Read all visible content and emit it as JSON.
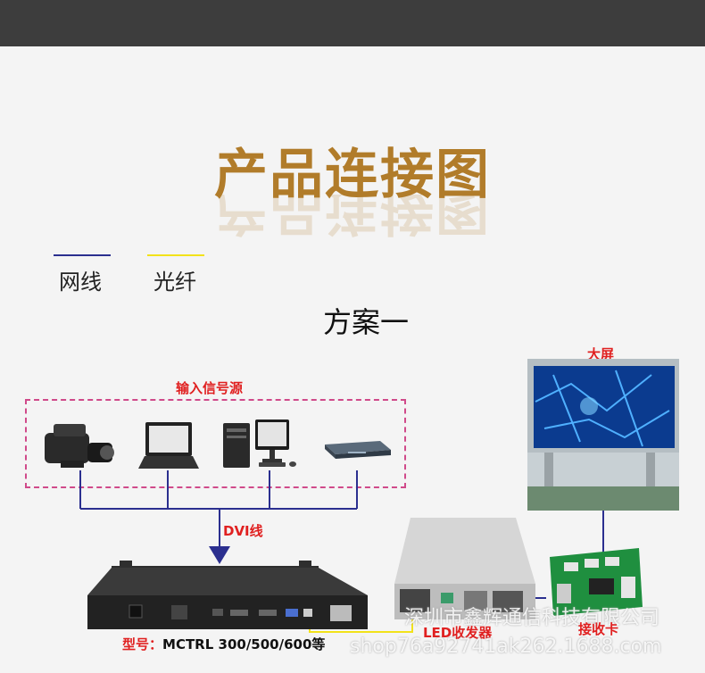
{
  "title": "产品连接图",
  "legend": {
    "network": {
      "label": "网线",
      "color": "#2b2f8f"
    },
    "fiber": {
      "label": "光纤",
      "color": "#f2e21a"
    }
  },
  "scheme_title": "方案一",
  "labels": {
    "input_sources": "输入信号源",
    "dvi": "DVI线",
    "big_screen": "大屏",
    "led_transceiver": "LED收发器",
    "receiver_card": "接收卡",
    "model_label": "型号：",
    "model_value": "MCTRL 300/500/600等"
  },
  "colors": {
    "title": "#b17c2a",
    "label_red": "#e02020",
    "dashed_border": "#d04a8a"
  },
  "icons": [
    "camera-icon",
    "laptop-icon",
    "desktop-computer-icon",
    "dvd-player-icon",
    "led-screen-icon",
    "led-controller-icon",
    "fiber-transceiver-icon",
    "receiver-card-icon"
  ],
  "watermark": {
    "line1": "深圳市鑫辉通信科技有限公司",
    "line2": "shop76a92741ak262.1688.com"
  }
}
